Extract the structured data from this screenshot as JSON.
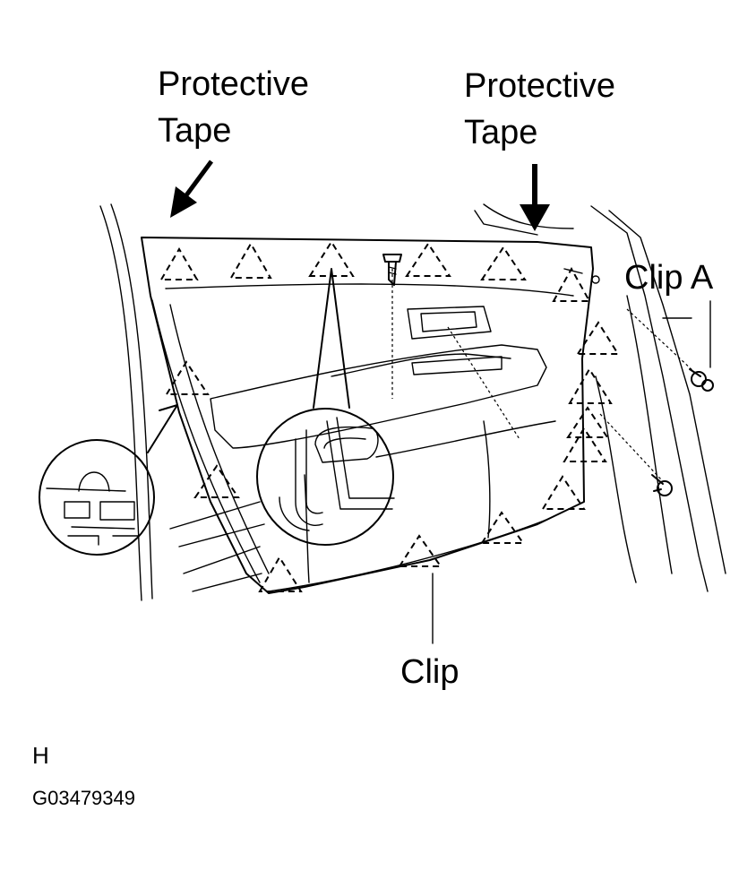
{
  "labels": {
    "protective_tape_left": {
      "line1": "Protective",
      "line2": "Tape"
    },
    "protective_tape_right": {
      "line1": "Protective",
      "line2": "Tape"
    },
    "clip_a": "Clip A",
    "clip": "Clip",
    "view_letter": "H",
    "figure_id": "G03479349"
  },
  "colors": {
    "line": "#000000",
    "background": "#ffffff"
  }
}
